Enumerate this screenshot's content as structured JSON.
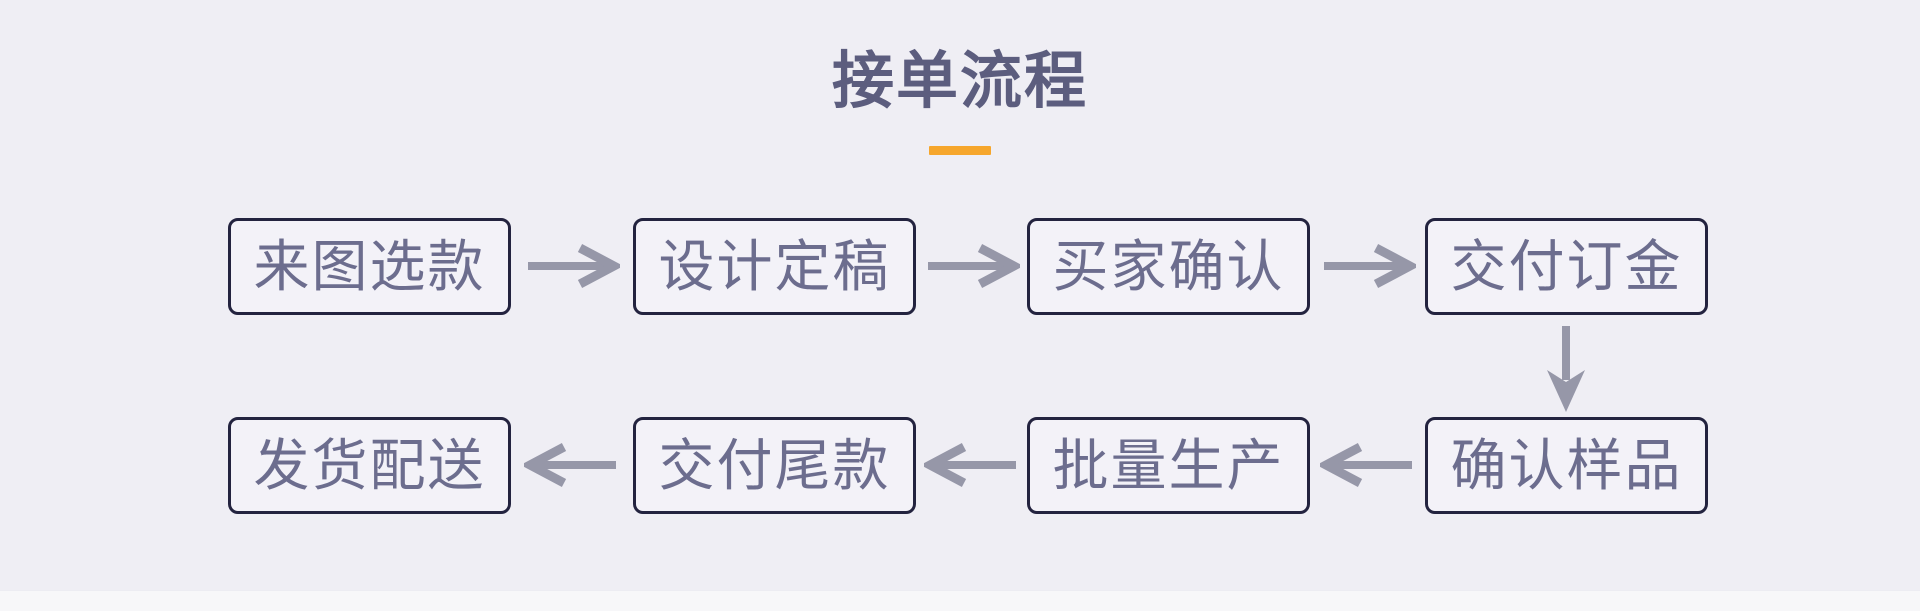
{
  "page": {
    "title": "接单流程"
  },
  "theme": {
    "background": "#EFEEF4",
    "accent_bar": "#F6A62C",
    "box_border": "#23233F",
    "box_fill": "#F3F2F8",
    "box_text": "#6C6D8E",
    "title_text": "#5C5D7E",
    "arrow": "#9697A8",
    "footer_strip": "#F7F7F9"
  },
  "flow": {
    "type": "process-flowchart",
    "row1_direction": "left-to-right",
    "row2_direction": "right-to-left",
    "steps": [
      {
        "order": 1,
        "label": "来图选款"
      },
      {
        "order": 2,
        "label": "设计定稿"
      },
      {
        "order": 3,
        "label": "买家确认"
      },
      {
        "order": 4,
        "label": "交付订金"
      },
      {
        "order": 5,
        "label": "确认样品"
      },
      {
        "order": 6,
        "label": "批量生产"
      },
      {
        "order": 7,
        "label": "交付尾款"
      },
      {
        "order": 8,
        "label": "发货配送"
      }
    ]
  }
}
